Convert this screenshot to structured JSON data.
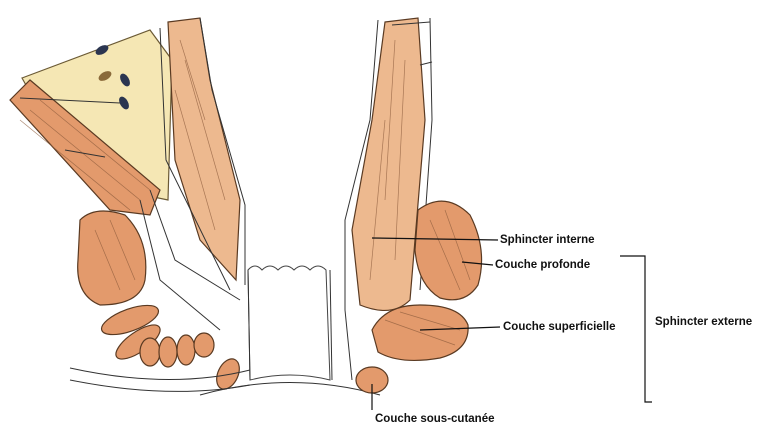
{
  "labels": {
    "sphincter_interne": "Sphincter interne",
    "couche_profonde": "Couche profonde",
    "couche_superficielle": "Couche superficielle",
    "couche_sous_cutanee": "Couche sous-cutanée",
    "sphincter_externe": "Sphincter externe"
  },
  "colors": {
    "muscle": "#E39A6C",
    "muscle_light": "#EDB98F",
    "fat": "#F5E7B4",
    "outline": "#5a3a22"
  }
}
